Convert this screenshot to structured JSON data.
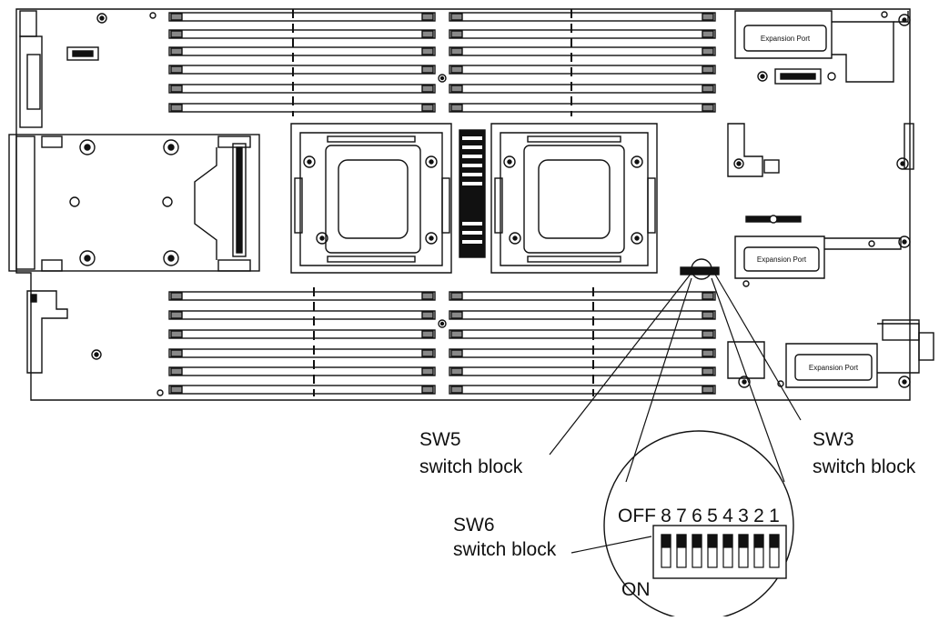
{
  "board": {
    "expansion_ports": [
      "Expansion Port",
      "Expansion Port",
      "Expansion Port"
    ]
  },
  "callouts": {
    "sw5": [
      "SW5",
      "switch block"
    ],
    "sw3": [
      "SW3",
      "switch block"
    ],
    "sw6": [
      "SW6",
      "switch block"
    ]
  },
  "switch_detail": {
    "off_label": "OFF",
    "on_label": "ON",
    "positions": [
      "8",
      "7",
      "6",
      "5",
      "4",
      "3",
      "2",
      "1"
    ]
  },
  "colors": {
    "line": "#111111",
    "background": "#ffffff",
    "dimm_fill": "#888888"
  }
}
